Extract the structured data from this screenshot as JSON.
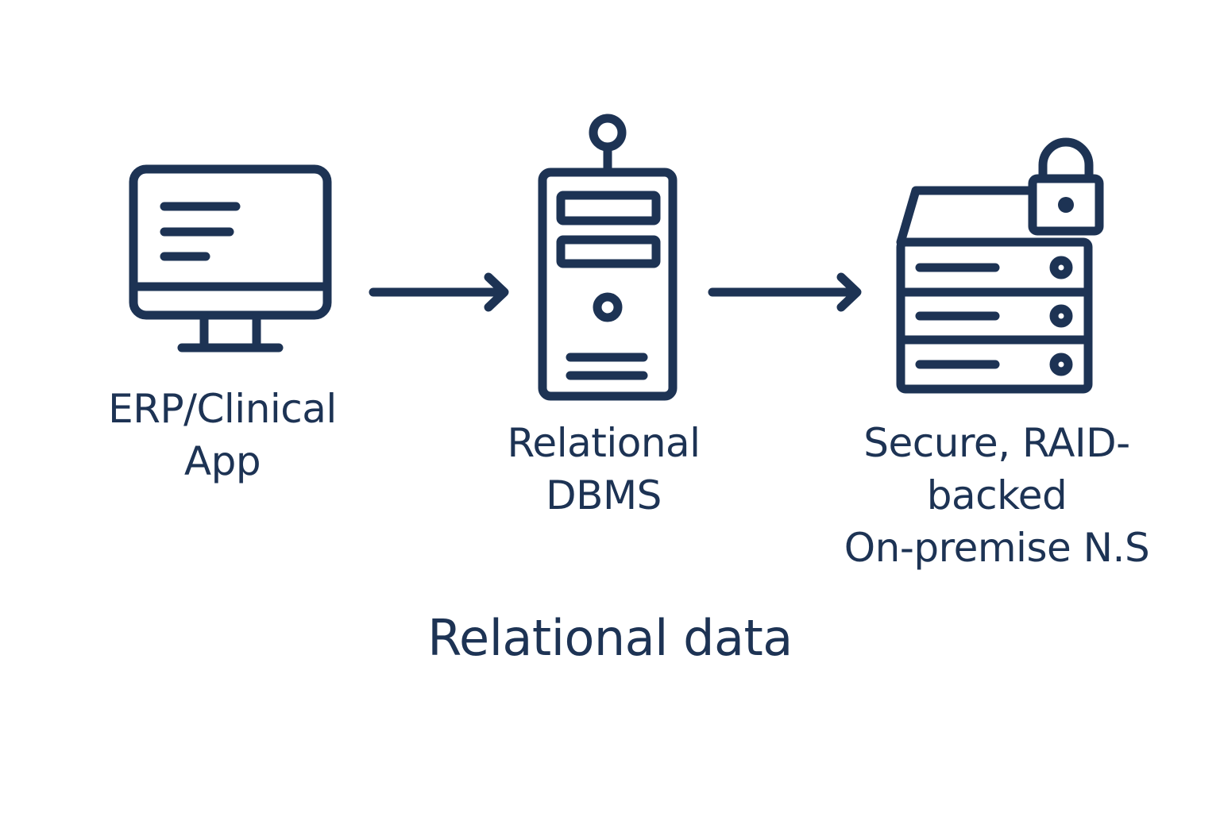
{
  "colors": {
    "ink": "#1d3354",
    "background": "#ffffff"
  },
  "nodes": [
    {
      "id": "app",
      "icon": "desktop-monitor-icon",
      "label_lines": [
        "ERP/Clinical",
        "App"
      ]
    },
    {
      "id": "dbms",
      "icon": "server-tower-icon",
      "label_lines": [
        "Relational",
        "DBMS"
      ]
    },
    {
      "id": "nas",
      "icon": "locked-storage-rack-icon",
      "label_lines": [
        "Secure, RAID-",
        "backed",
        "On-premise N.S"
      ]
    }
  ],
  "edges": [
    {
      "from": "app",
      "to": "dbms",
      "icon": "arrow-right-icon"
    },
    {
      "from": "dbms",
      "to": "nas",
      "icon": "arrow-right-icon"
    }
  ],
  "caption": "Relational data"
}
